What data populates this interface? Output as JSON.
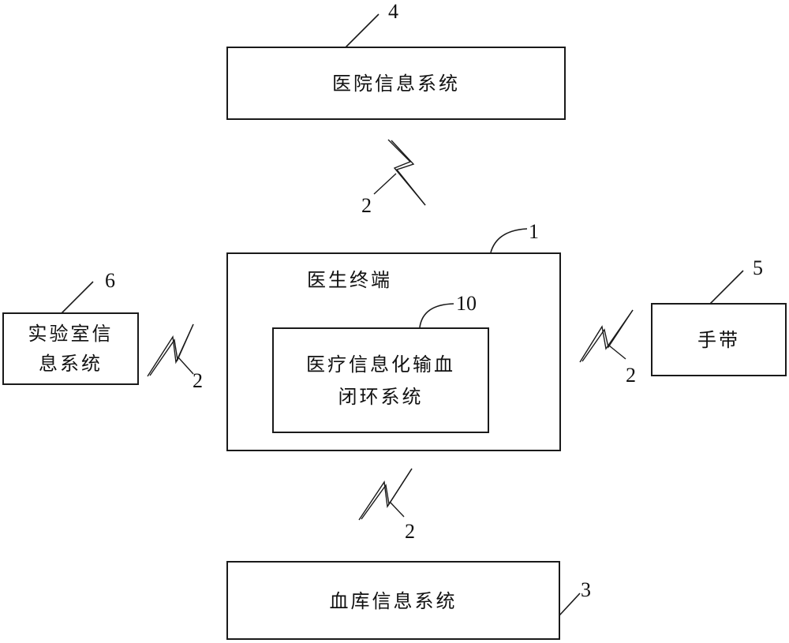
{
  "diagram": {
    "hospital_info_system": {
      "label": "医院信息系统",
      "ref": "4"
    },
    "doctor_terminal": {
      "label": "医生终端",
      "ref": "1"
    },
    "transfusion_system": {
      "line1": "医疗信息化输血",
      "line2": "闭环系统",
      "ref": "10"
    },
    "lab_info_system": {
      "line1": "实验室信",
      "line2": "息系统",
      "ref": "6"
    },
    "wristband": {
      "label": "手带",
      "ref": "5"
    },
    "blood_bank_system": {
      "label": "血库信息系统",
      "ref": "3"
    },
    "wireless_links": [
      {
        "position": "top",
        "ref": "2"
      },
      {
        "position": "left",
        "ref": "2"
      },
      {
        "position": "right",
        "ref": "2"
      },
      {
        "position": "bottom",
        "ref": "2"
      }
    ],
    "icons": {
      "wireless_link": "lightning-bolt-icon"
    }
  }
}
